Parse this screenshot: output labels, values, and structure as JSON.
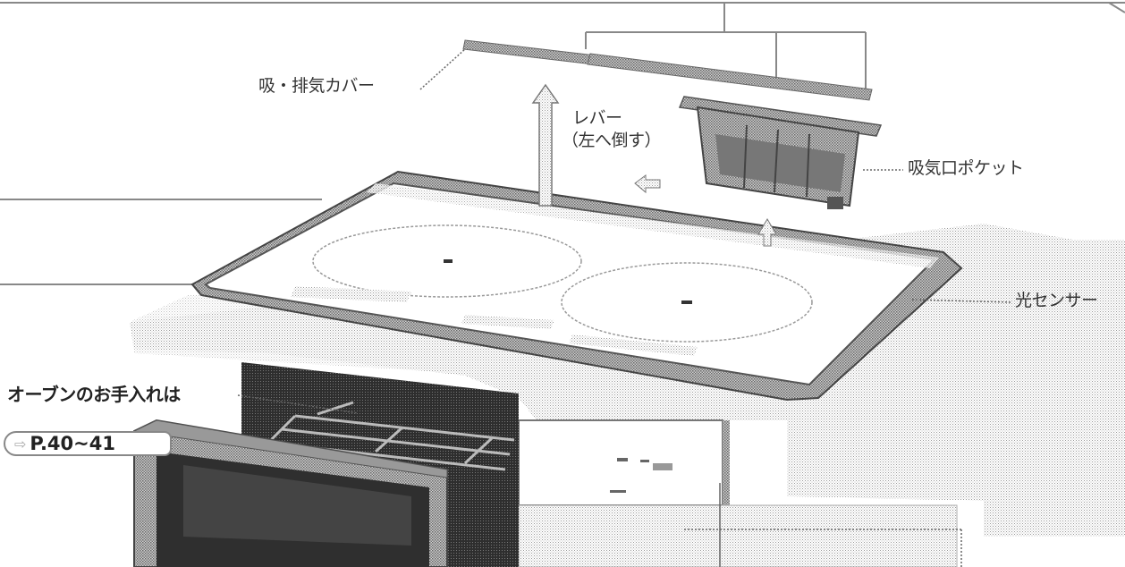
{
  "labels": {
    "intake_exhaust_cover": "吸・排気カバー",
    "lever_line1": "レバー",
    "lever_line2": "（左へ倒す）",
    "intake_pocket": "吸気口ポケット",
    "light_sensor": "光センサー",
    "oven_care": "オーブンのお手入れは",
    "oven_care_ref": "P.40~41"
  },
  "icons": {
    "ref_arrow": "arrow-right-icon"
  },
  "colors": {
    "line": "#555555",
    "shade": "#c8c8c8",
    "dark": "#3a3a3a"
  }
}
